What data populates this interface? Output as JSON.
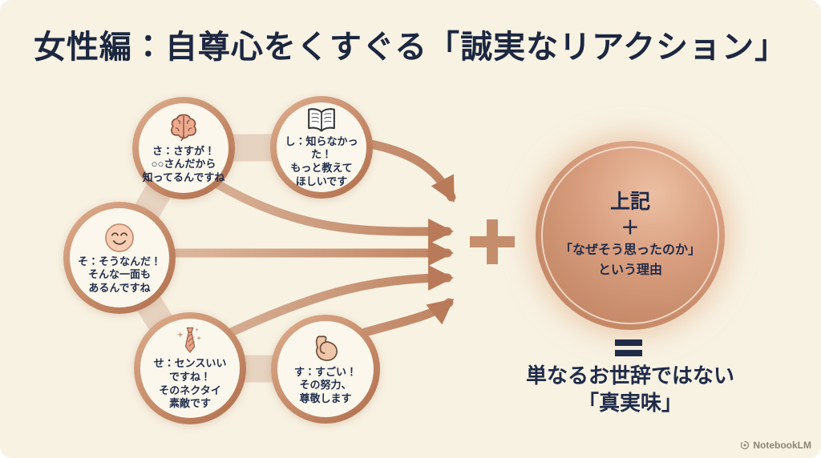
{
  "title": "女性編：自尊心をくすぐる「誠実なリアクション」",
  "bubbles": [
    {
      "id": "sa",
      "icon": "brain-icon",
      "text": "さ：さすが！\n○○さんだから\n知ってるんですね"
    },
    {
      "id": "shi",
      "icon": "open-book-icon",
      "text": "し：知らなかった！\nもっと教えて\nほしいです"
    },
    {
      "id": "so",
      "icon": "smiley-icon",
      "text": "そ：そうなんだ！\nそんな一面も\nあるんですね"
    },
    {
      "id": "se",
      "icon": "necktie-icon",
      "text": "せ：センスいい\nですね！\nそのネクタイ\n素敵です"
    },
    {
      "id": "su",
      "icon": "muscle-icon",
      "text": "す：すごい！\nその努力、\n尊敬します"
    }
  ],
  "plus_symbol": "＋",
  "equals_symbol": "＝",
  "big_circle": {
    "line1": "上記",
    "line2": "＋",
    "line3": "「なぜそう思ったのか」",
    "line4": "という理由"
  },
  "result": {
    "line1": "単なるお世辞ではない",
    "line2": "「真実味」"
  },
  "watermark": {
    "label": "NotebookLM",
    "icon": "notebooklm-logo-icon"
  },
  "colors": {
    "background": "#f8f2e3",
    "title_navy": "#1c2740",
    "text_navy": "#22304e",
    "copper": "#c48e6d",
    "copper_dark": "#b2714f",
    "copper_light": "#e2c3ab",
    "connector_beige": "#e7d3c1",
    "big_circle_fill": "#d89d7e",
    "watermark_gray": "#8b8574"
  }
}
